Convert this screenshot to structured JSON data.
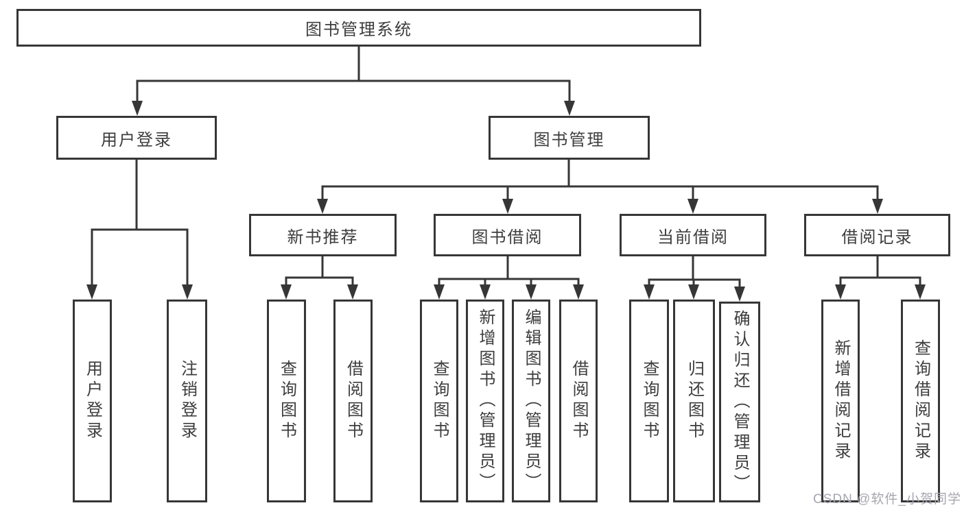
{
  "diagram_title": "图书管理系统",
  "tree": {
    "label": "图书管理系统",
    "children": [
      {
        "label": "用户登录",
        "children": [
          {
            "label": "用户登录"
          },
          {
            "label": "注销登录"
          }
        ]
      },
      {
        "label": "图书管理",
        "children": [
          {
            "label": "新书推荐",
            "children": [
              {
                "label": "查询图书"
              },
              {
                "label": "借阅图书"
              }
            ]
          },
          {
            "label": "图书借阅",
            "children": [
              {
                "label": "查询图书"
              },
              {
                "label": "新增图书（管理员）"
              },
              {
                "label": "编辑图书（管理员）"
              },
              {
                "label": "借阅图书"
              }
            ]
          },
          {
            "label": "当前借阅",
            "children": [
              {
                "label": "查询图书"
              },
              {
                "label": "归还图书"
              },
              {
                "label": "确认归还（管理员）"
              }
            ]
          },
          {
            "label": "借阅记录",
            "children": [
              {
                "label": "新增借阅记录"
              },
              {
                "label": "查询借阅记录"
              }
            ]
          }
        ]
      }
    ]
  },
  "watermark": "CSDN @软件_小贺同学",
  "colors": {
    "line": "#363636",
    "text": "#3d3d3d",
    "watermark": "#a6a6b0",
    "background": "#ffffff"
  }
}
